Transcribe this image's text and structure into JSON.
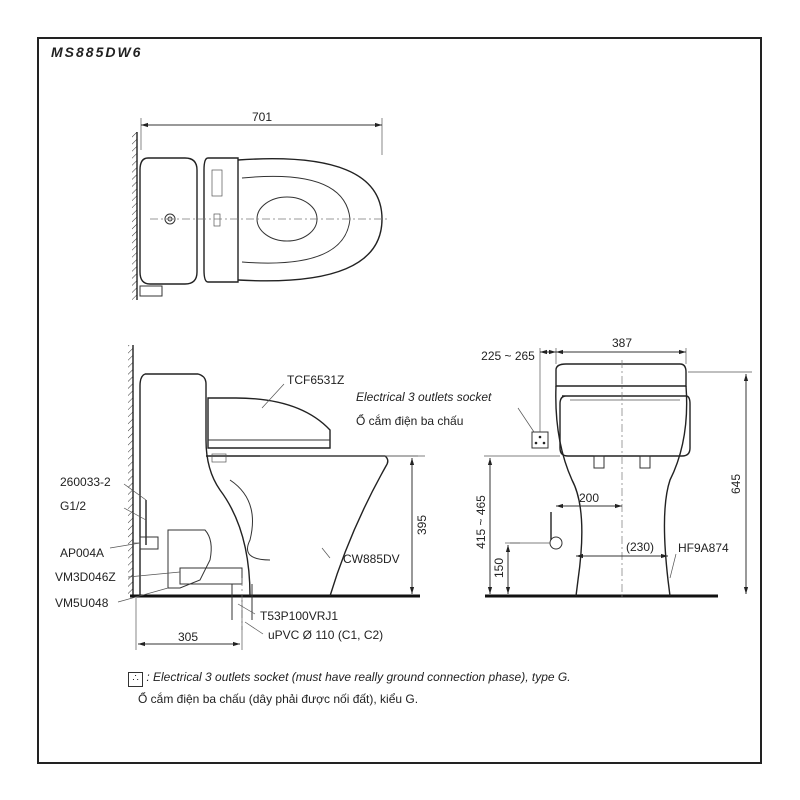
{
  "model": "MS885DW6",
  "top_view": {
    "width_dim": "701"
  },
  "side_view": {
    "labels": {
      "seat": "TCF6531Z",
      "socket_en": "Electrical 3 outlets socket",
      "socket_vn": "Ổ cắm điện ba chấu",
      "part_a": "260033-2",
      "part_b": "G1/2",
      "part_c": "AP004A",
      "part_d": "VM3D046Z",
      "part_e": "VM5U048",
      "bowl": "CW885DV",
      "flange": "T53P100VRJ1",
      "pipe": "uPVC Ø 110 (C1, C2)"
    },
    "dims": {
      "height": "395",
      "rough_in": "305"
    }
  },
  "front_view": {
    "dims": {
      "socket_offset": "225 ~ 265",
      "width": "387",
      "total_height": "645",
      "outlet_height": "415 ~ 465",
      "half_width": "200",
      "supply_offset": "(230)",
      "supply_height": "150"
    },
    "labels": {
      "part": "HF9A874"
    }
  },
  "legend": {
    "symbol": "∴",
    "line1": ": Electrical 3 outlets socket (must have really ground connection phase), type G.",
    "line2": "Ổ cắm điện ba chấu (dây phải được nối đất), kiểu G."
  }
}
